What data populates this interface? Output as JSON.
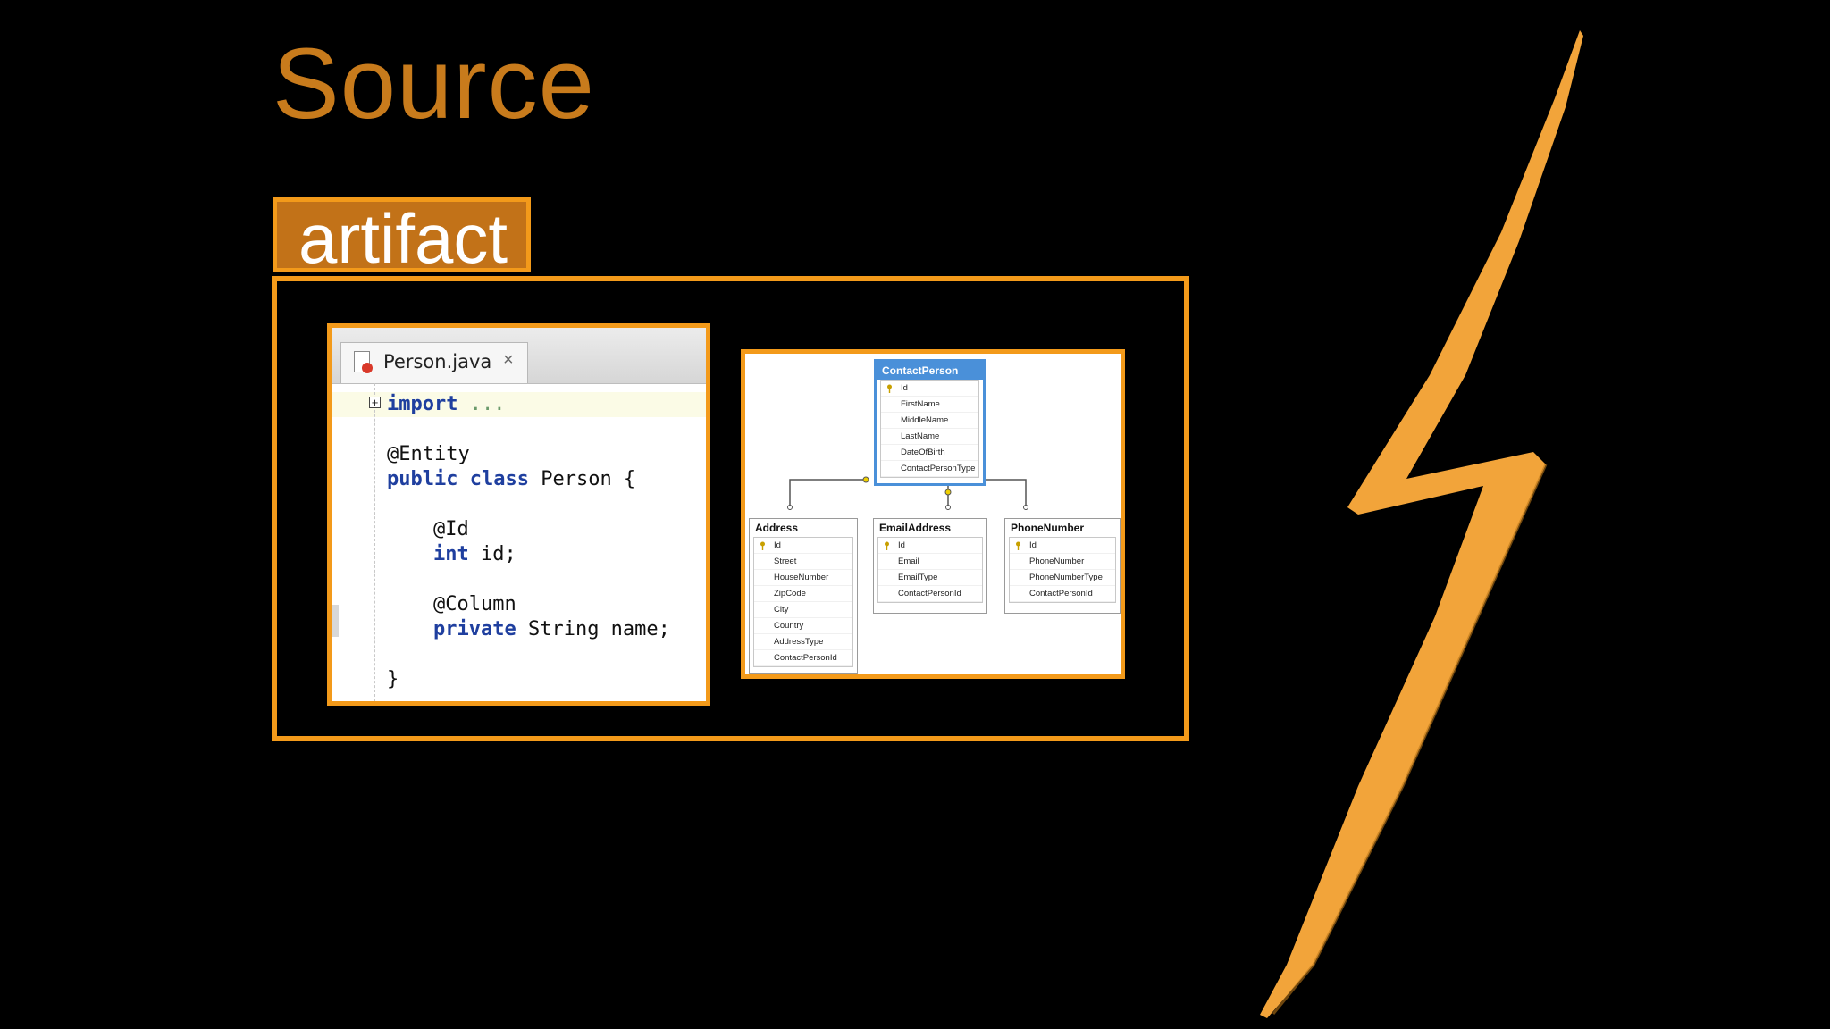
{
  "slide": {
    "title": "Source",
    "artifact_label": "artifact"
  },
  "editor": {
    "tab_label": "Person.java",
    "tab_close": "×",
    "fold_toggle": "+",
    "lines": {
      "import_kw": "import",
      "import_dots": " ...",
      "entity_annotation": "@Entity",
      "public_kw": "public",
      "class_kw": "class",
      "class_decl_rest": " Person {",
      "id_annotation": "@Id",
      "int_kw": "int",
      "id_field_rest": " id;",
      "column_annotation": "@Column",
      "private_kw": "private",
      "name_field_rest": " String name;",
      "closing_brace": "}"
    }
  },
  "diagram": {
    "tables": [
      {
        "name": "ContactPerson",
        "columns": [
          "Id",
          "FirstName",
          "MiddleName",
          "LastName",
          "DateOfBirth",
          "ContactPersonType"
        ]
      },
      {
        "name": "Address",
        "columns": [
          "Id",
          "Street",
          "HouseNumber",
          "ZipCode",
          "City",
          "Country",
          "AddressType",
          "ContactPersonId"
        ]
      },
      {
        "name": "EmailAddress",
        "columns": [
          "Id",
          "Email",
          "EmailType",
          "ContactPersonId"
        ]
      },
      {
        "name": "PhoneNumber",
        "columns": [
          "Id",
          "PhoneNumber",
          "PhoneNumberType",
          "ContactPersonId"
        ]
      }
    ]
  },
  "colors": {
    "accent_orange": "#f39a1a",
    "title_orange": "#c87b1c",
    "bolt": "#f2a43a",
    "background": "#000000"
  },
  "icons": [
    "lightning-bolt-icon",
    "java-file-icon",
    "primary-key-icon"
  ]
}
